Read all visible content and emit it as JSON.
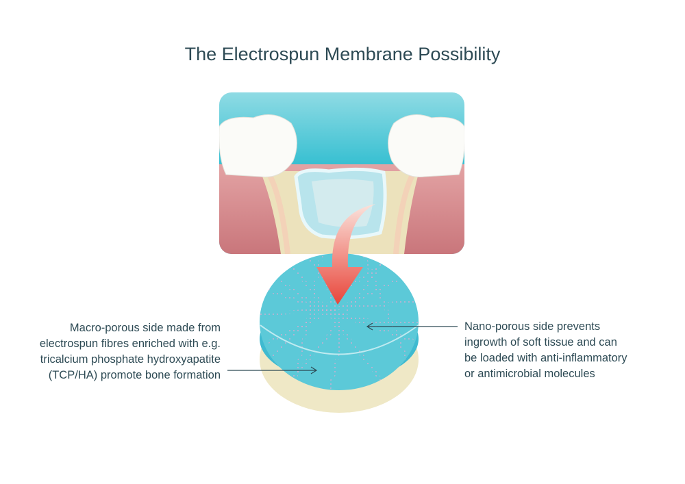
{
  "title": "The Electrospun Membrane Possibility",
  "left_label": {
    "lines": [
      "Macro-porous side made from",
      "electrospun fibres enriched with e.g.",
      "tricalcium phosphate hydroxyapatite",
      "(TCP/HA) promote bone formation"
    ]
  },
  "right_label": {
    "lines": [
      "Nano-porous side prevents",
      "ingrowth of soft tissue and can",
      "be loaded with anti-inflammatory",
      "or antimicrobial molecules"
    ]
  },
  "colors": {
    "text": "#2d4a54",
    "teal": "#1fb9cc",
    "gum": "#d88a8e",
    "arrow": "#e8574a",
    "disc": "#5cc9d8",
    "shadow": "#efe8c6"
  }
}
